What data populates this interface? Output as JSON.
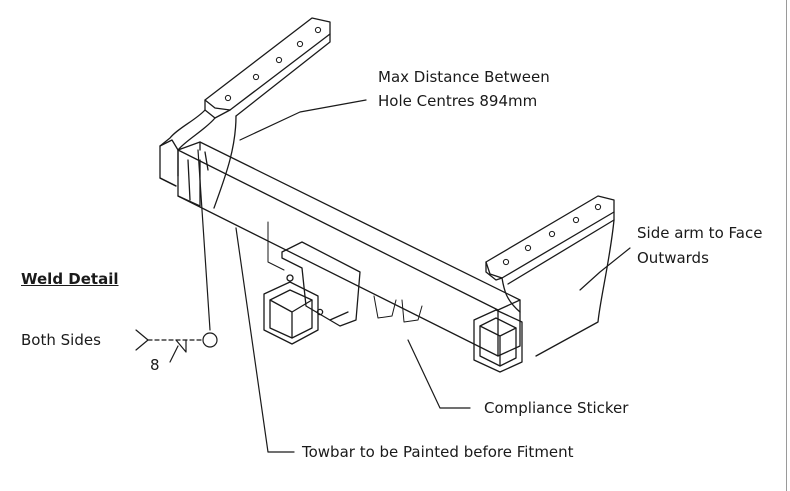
{
  "labels": {
    "max_distance_line1": "Max Distance Between",
    "max_distance_line2": "Hole Centres 894mm",
    "side_arm_line1": "Side arm to Face",
    "side_arm_line2": "Outwards",
    "weld_detail": "Weld Detail",
    "both_sides": "Both Sides",
    "weld_size": "8",
    "compliance_sticker": "Compliance Sticker",
    "towbar_painted": "Towbar to be Painted before Fitment"
  },
  "colors": {
    "ink": "#1a1a1a",
    "background": "#ffffff",
    "border": "#9a9a9a"
  }
}
